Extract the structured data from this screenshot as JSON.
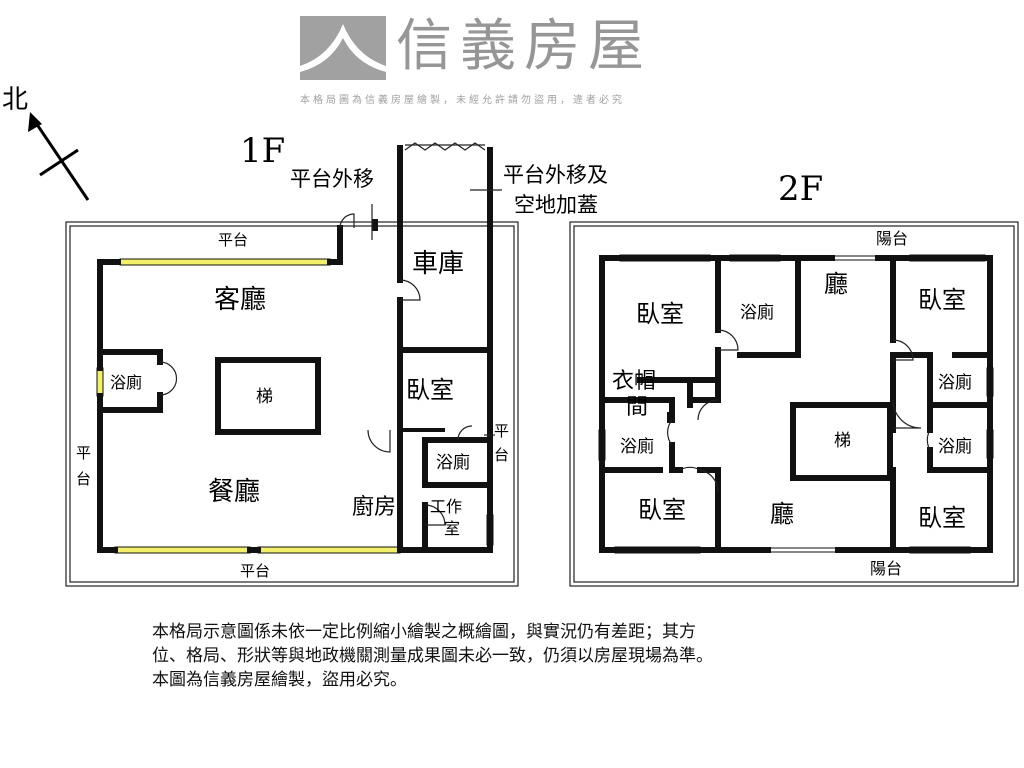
{
  "north_label": "北",
  "floor1": {
    "title": "1F",
    "annotations": {
      "platform_moved": "平台外移",
      "platform_moved_and_addition_line1": "平台外移及",
      "platform_moved_and_addition_line2": "空地加蓋"
    },
    "rooms": {
      "living_room": "客廳",
      "dining_room": "餐廳",
      "stairs": "梯",
      "bathroom_left": "浴廁",
      "garage": "車庫",
      "bedroom": "臥室",
      "bathroom_right": "浴廁",
      "kitchen": "廚房",
      "workroom_line1": "工作",
      "workroom_line2": "室",
      "platform_top": "平台",
      "platform_bottom": "平台",
      "platform_left_1": "平",
      "platform_left_2": "台",
      "platform_right_1": "平",
      "platform_right_2": "台"
    }
  },
  "floor2": {
    "title": "2F",
    "rooms": {
      "balcony_top": "陽台",
      "balcony_bottom": "陽台",
      "bedroom_top_left": "臥室",
      "bathroom_top_mid": "浴廁",
      "hall_top": "廳",
      "bedroom_top_right": "臥室",
      "closet_line1": "衣帽",
      "closet_line2": "間",
      "bathroom_right_1": "浴廁",
      "bathroom_left": "浴廁",
      "stairs": "梯",
      "bathroom_right_2": "浴廁",
      "bedroom_bottom_left": "臥室",
      "hall_bottom": "廳",
      "bedroom_bottom_right": "臥室"
    }
  },
  "watermark": {
    "brand": "信義房屋",
    "notice": "本格局圖為信義房屋繪製，未經允許請勿盜用，違者必究"
  },
  "disclaimer": {
    "line1": "本格局示意圖係未依一定比例縮小繪製之概繪圖，與實況仍有差距；其方",
    "line2": "位、格局、形狀等與地政機關測量成果圖未必一致，仍須以房屋現場為準。",
    "line3": "本圖為信義房屋繪製，盜用必究。"
  },
  "colors": {
    "window": "#f2ef6a",
    "wall": "#111111",
    "watermark": "#7d7d7d"
  }
}
